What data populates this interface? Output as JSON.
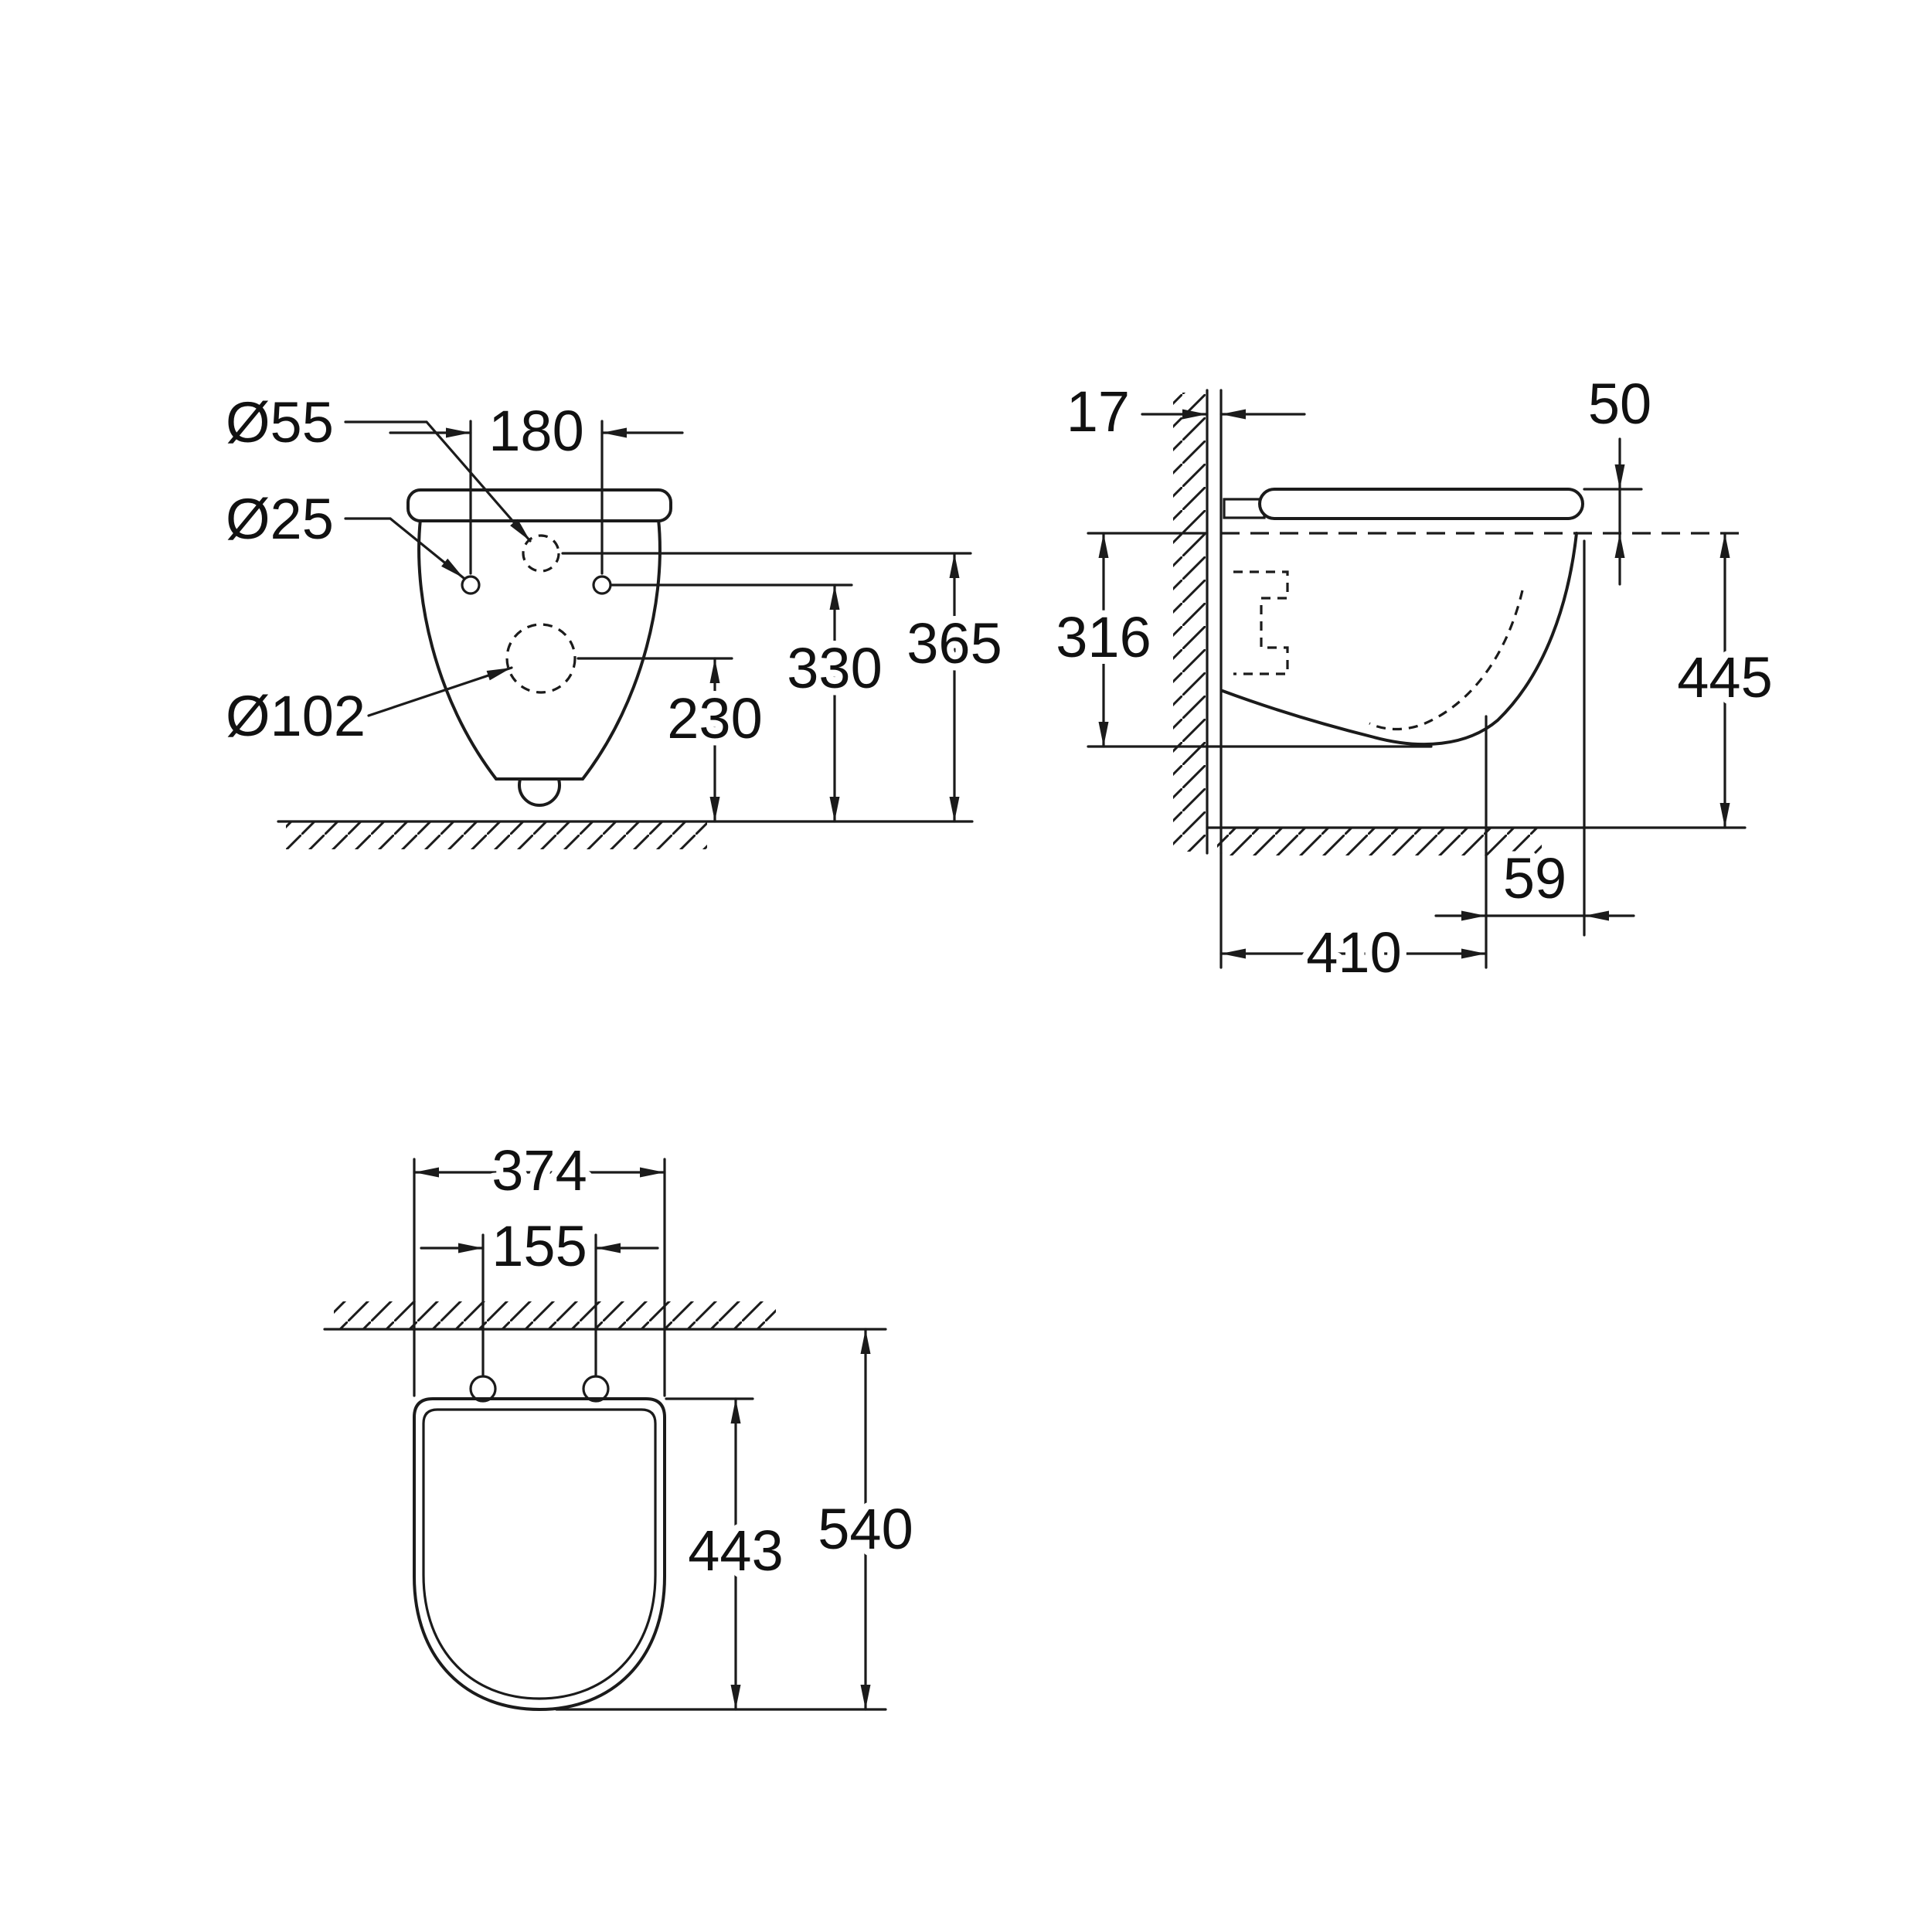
{
  "colors": {
    "line": "#1b1b1b",
    "background": "#ffffff"
  },
  "labels": {
    "front": {
      "d55": "Ø55",
      "d25": "Ø25",
      "d102": "Ø102",
      "d180": "180",
      "d230": "230",
      "d330": "330",
      "d365": "365"
    },
    "side": {
      "d17": "17",
      "d50": "50",
      "d316": "316",
      "d445": "445",
      "d410": "410",
      "d59": "59"
    },
    "top": {
      "d374": "374",
      "d155": "155",
      "d443": "443",
      "d540": "540"
    }
  }
}
